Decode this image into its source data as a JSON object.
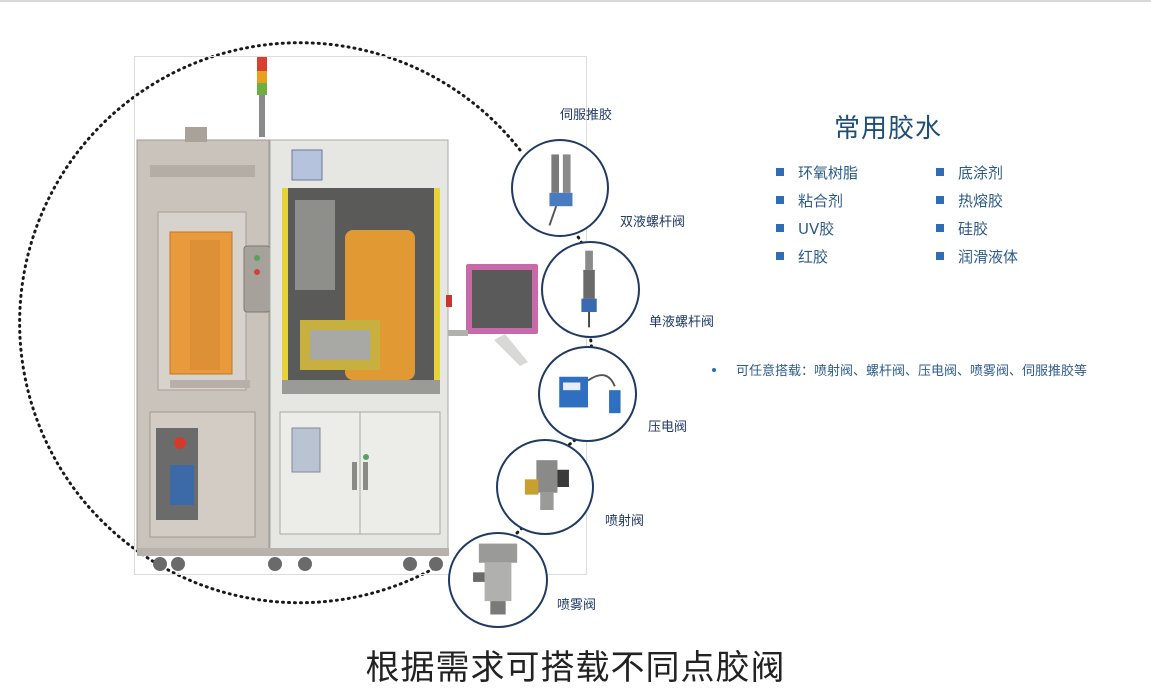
{
  "valves": [
    {
      "id": "servo",
      "label": "伺服推胶"
    },
    {
      "id": "dual-screw",
      "label": "双液螺杆阀"
    },
    {
      "id": "single-screw",
      "label": "单液螺杆阀"
    },
    {
      "id": "piezo",
      "label": "压电阀"
    },
    {
      "id": "jet",
      "label": "喷射阀"
    },
    {
      "id": "spray",
      "label": "喷雾阀"
    }
  ],
  "glue": {
    "title": "常用胶水",
    "items": [
      "环氧树脂",
      "底涂剂",
      "粘合剂",
      "热熔胶",
      "UV胶",
      "硅胶",
      "红胶",
      "润滑液体"
    ]
  },
  "note": "可任意搭载：喷射阀、螺杆阀、压电阀、喷雾阀、伺服推胶等",
  "caption": "根据需求可搭载不同点胶阀",
  "colors": {
    "accent": "#1f4e79",
    "bullet": "#2e6db4",
    "window": "#f0a030",
    "frame": "#e8d23a"
  }
}
